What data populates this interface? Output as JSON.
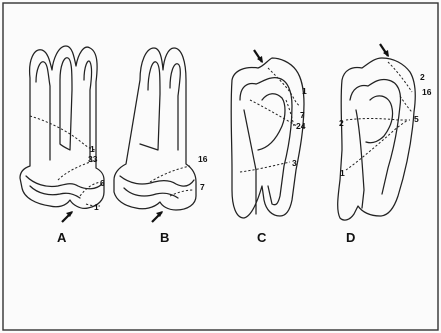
{
  "figure": {
    "teeth": [
      {
        "id": "A",
        "caption": "A",
        "labels": [
          "1",
          "33",
          "6",
          "1"
        ]
      },
      {
        "id": "B",
        "caption": "B",
        "labels": [
          "16",
          "7"
        ]
      },
      {
        "id": "C",
        "caption": "C",
        "labels": [
          "1",
          "7",
          "24",
          "3"
        ]
      },
      {
        "id": "D",
        "caption": "D",
        "labels": [
          "2",
          "16",
          "2",
          "5",
          "1"
        ]
      }
    ]
  }
}
